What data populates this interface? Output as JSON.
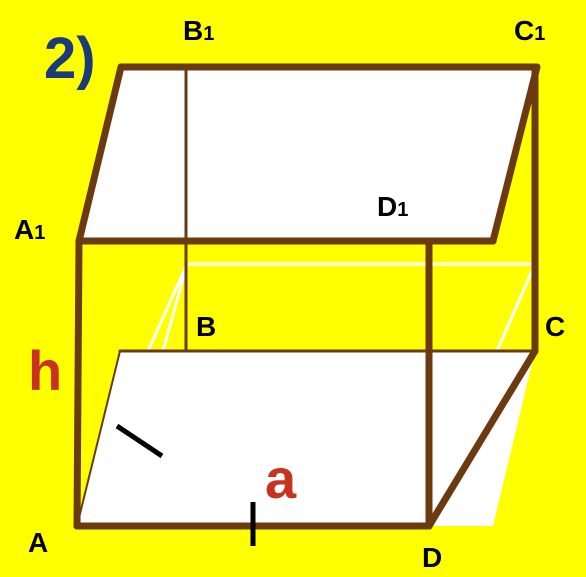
{
  "problem_number": "2)",
  "vertices": {
    "A": {
      "main": "A",
      "sub": ""
    },
    "B": {
      "main": "B",
      "sub": ""
    },
    "C": {
      "main": "C",
      "sub": ""
    },
    "D": {
      "main": "D",
      "sub": ""
    },
    "A1": {
      "main": "A",
      "sub": "1"
    },
    "B1": {
      "main": "B",
      "sub": "1"
    },
    "C1": {
      "main": "C",
      "sub": "1"
    },
    "D1": {
      "main": "D",
      "sub": "1"
    }
  },
  "height_label": "h",
  "side_label": "a",
  "colors": {
    "background": "#ffff00",
    "edge": "#6b3a10",
    "face": "#ffffff",
    "number": "#1a3a7a",
    "accent": "#c8321e",
    "text": "#000000"
  }
}
